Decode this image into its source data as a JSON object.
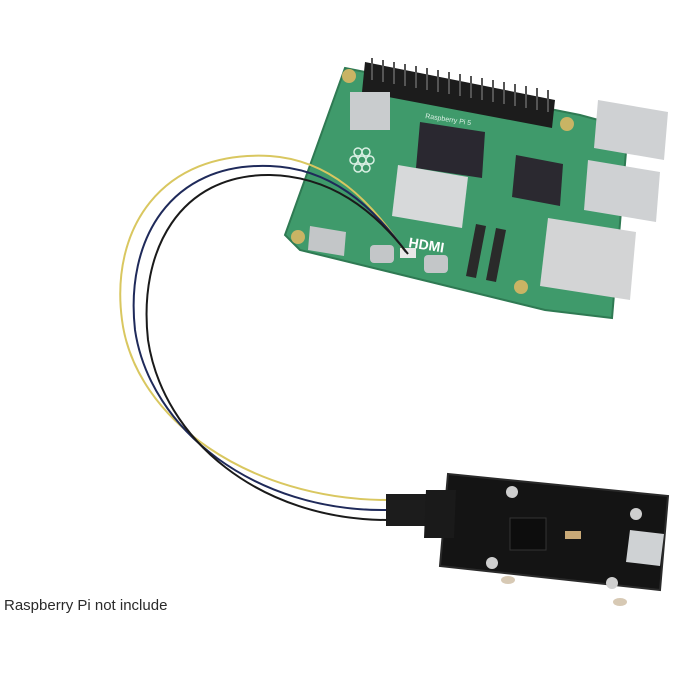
{
  "caption": {
    "text": "Raspberry Pi not include"
  },
  "scene": {
    "description": "Product photo: USB-C to TTL serial adapter (black PCB) connected via three jumper wires (yellow, dark blue, black) to a Raspberry Pi 5 board (green PCB) UART header",
    "raspberry_pi": {
      "board_label": "Raspberry Pi 5",
      "silk_text": "HDMI",
      "pcb_color": "#3f9a6b",
      "ports": [
        "USB 3.0",
        "USB 3.0",
        "Ethernet",
        "USB-C power",
        "micro HDMI",
        "micro HDMI"
      ]
    },
    "adapter": {
      "pcb_color": "#121212",
      "connector": "USB-C",
      "header_pins": 3
    },
    "wires": [
      {
        "color_name": "yellow",
        "hex": "#d9c760"
      },
      {
        "color_name": "dark blue",
        "hex": "#1f2a5a"
      },
      {
        "color_name": "black",
        "hex": "#1a1a1a"
      }
    ]
  }
}
